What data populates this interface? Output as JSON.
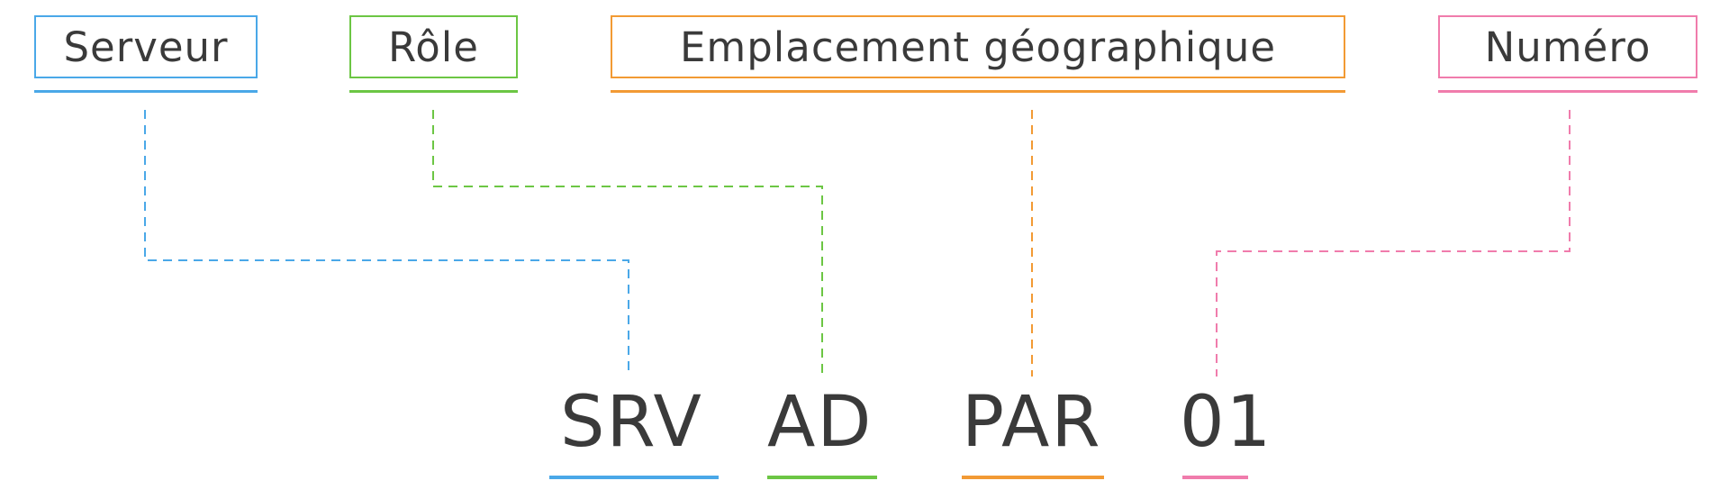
{
  "parts": [
    {
      "id": "serveur",
      "label": "Serveur",
      "code": "SRV",
      "color": "#4aa8e8"
    },
    {
      "id": "role",
      "label": "Rôle",
      "code": "AD",
      "color": "#6cc644"
    },
    {
      "id": "emplacement",
      "label": "Emplacement géographique",
      "code": "PAR",
      "color": "#f29a34"
    },
    {
      "id": "numero",
      "label": "Numéro",
      "code": "01",
      "color": "#f07cac"
    }
  ]
}
